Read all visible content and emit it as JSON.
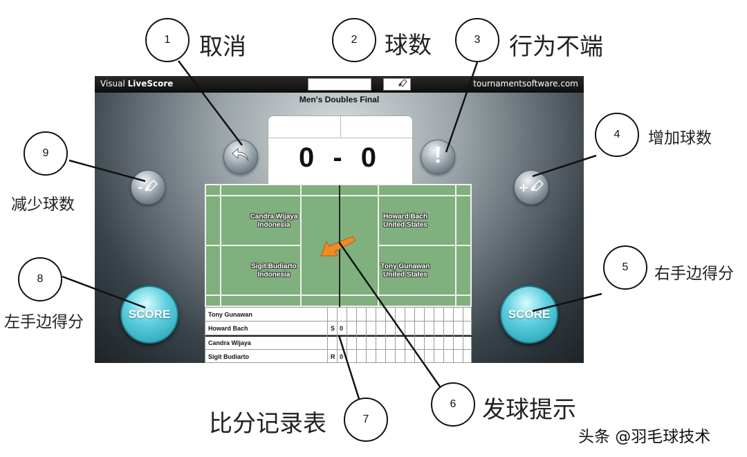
{
  "app": {
    "brand_prefix": "Visual",
    "brand_name": "LiveScore",
    "site": "tournamentsoftware.com",
    "match_title": "Men's Doubles Final",
    "score": "0 - 0",
    "shuttle_icon": "shuttlecock-icon",
    "undo_icon": "undo-arrow-icon",
    "misconduct_icon": "exclamation-icon",
    "minus_shuttle_label": "-",
    "plus_shuttle_label": "+",
    "score_button_left": "SCORE",
    "score_button_right": "SCORE",
    "accent_color": "#2bb3c6",
    "court_color": "#7fb07d"
  },
  "court": {
    "top_left": {
      "name": "Candra Wijaya",
      "country": "Indonesia"
    },
    "bottom_left": {
      "name": "Sigit Budiarto",
      "country": "Indonesia"
    },
    "top_right": {
      "name": "Howard Bach",
      "country": "United States"
    },
    "bottom_right": {
      "name": "Tony Gunawan",
      "country": "United States"
    }
  },
  "sheet": {
    "rows": [
      {
        "name": "Tony Gunawan",
        "marker": "",
        "value": ""
      },
      {
        "name": "Howard Bach",
        "marker": "S",
        "value": "0"
      },
      {
        "name": "Candra Wijaya",
        "marker": "",
        "value": ""
      },
      {
        "name": "Sigit Budiarto",
        "marker": "R",
        "value": "0"
      }
    ]
  },
  "callouts": {
    "c1": {
      "num": "1",
      "label": "取消"
    },
    "c2": {
      "num": "2",
      "label": "球数"
    },
    "c3": {
      "num": "3",
      "label": "行为不端"
    },
    "c4": {
      "num": "4",
      "label": "增加球数"
    },
    "c5": {
      "num": "5",
      "label": "右手边得分"
    },
    "c6": {
      "num": "6",
      "label": "发球提示"
    },
    "c7": {
      "num": "7",
      "label": "比分记录表"
    },
    "c8": {
      "num": "8",
      "label": "左手边得分"
    },
    "c9": {
      "num": "9",
      "label": "减少球数"
    }
  },
  "watermark": "头条 @羽毛球技术"
}
